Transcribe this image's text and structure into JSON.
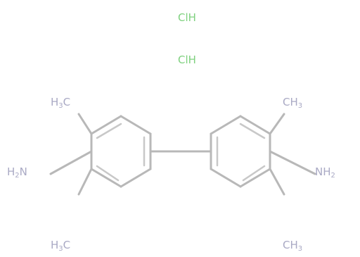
{
  "salts": [
    "ClH",
    "ClH"
  ],
  "labels": {
    "left_top_methyl": {
      "main": "H",
      "sub": "3",
      "tail": "C"
    },
    "left_bottom_methyl": {
      "main": "H",
      "sub": "3",
      "tail": "C"
    },
    "left_amine": {
      "main": "H",
      "sub": "2",
      "tail": "N"
    },
    "right_top_methyl": {
      "main": "CH",
      "sub": "3",
      "tail": ""
    },
    "right_bottom_methyl": {
      "main": "CH",
      "sub": "3",
      "tail": ""
    },
    "right_amine": {
      "main": "NH",
      "sub": "2",
      "tail": ""
    }
  },
  "colors": {
    "salt": "#7fd17f",
    "atom_label": "#a9a9c4",
    "bond": "#b8b8b8"
  }
}
